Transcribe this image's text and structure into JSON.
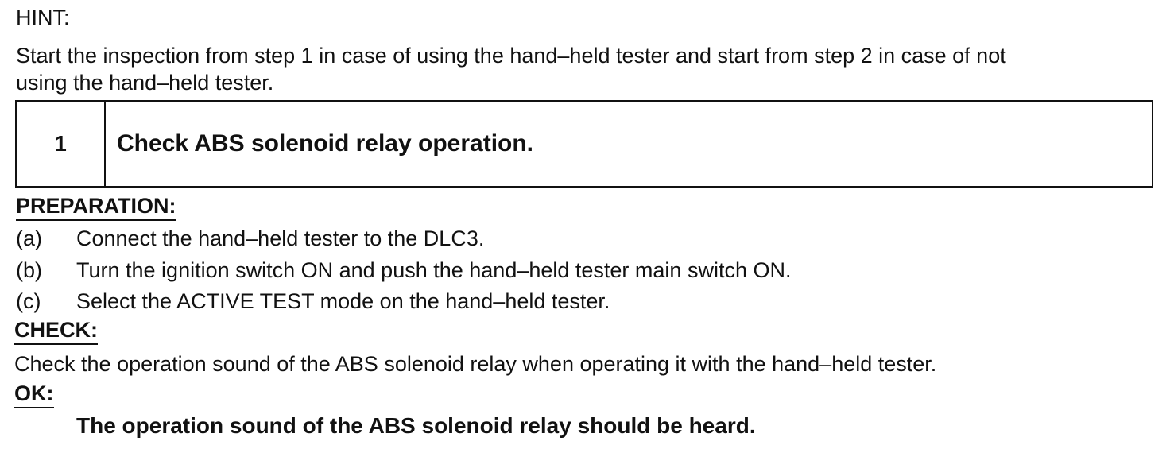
{
  "hint": {
    "label": "HINT:",
    "line1": "Start the inspection from step 1 in case of using the hand–held tester and start from step 2 in case of not",
    "line2": "using the hand–held tester."
  },
  "step": {
    "number": "1",
    "title": "Check ABS solenoid relay operation."
  },
  "preparation": {
    "heading": "PREPARATION:",
    "items": [
      {
        "marker": "(a)",
        "text": "Connect the hand–held tester to the DLC3."
      },
      {
        "marker": "(b)",
        "text": "Turn the ignition switch ON and push the hand–held tester main switch ON."
      },
      {
        "marker": "(c)",
        "text": "Select the ACTIVE TEST mode on the hand–held tester."
      }
    ]
  },
  "check": {
    "heading": "CHECK:",
    "text": "Check the operation sound of the ABS solenoid relay when operating it with the hand–held tester."
  },
  "ok": {
    "heading": "OK:",
    "text": "The operation sound of the ABS solenoid relay should be heard."
  }
}
